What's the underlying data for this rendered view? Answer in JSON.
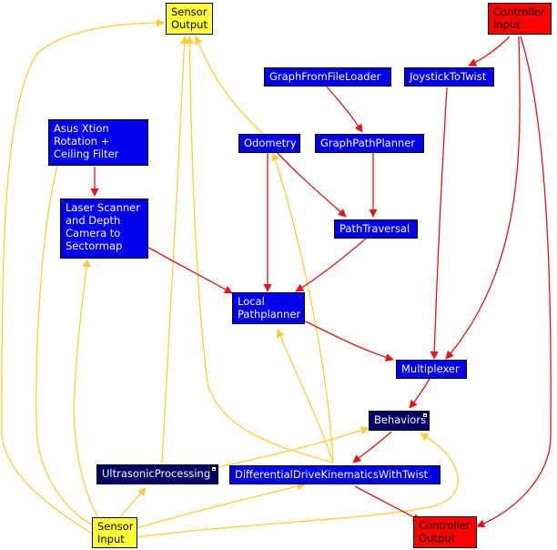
{
  "nodes": {
    "sensor_output": {
      "lines": [
        "Sensor",
        "Output"
      ],
      "color": "#ffff33"
    },
    "controller_input": {
      "lines": [
        "Controller",
        "Input"
      ],
      "color": "#ff0000"
    },
    "graph_from_file_loader": {
      "lines": [
        "GraphFromFileLoader"
      ],
      "color": "#0000ee"
    },
    "joystick_to_twist": {
      "lines": [
        "JoystickToTwist"
      ],
      "color": "#0000ee"
    },
    "asus_xtion": {
      "lines": [
        "Asus Xtion",
        "Rotation +",
        "Ceiling Filter"
      ],
      "color": "#0000ee"
    },
    "odometry": {
      "lines": [
        "Odometry"
      ],
      "color": "#0000ee"
    },
    "graph_path_planner": {
      "lines": [
        "GraphPathPlanner"
      ],
      "color": "#0000ee"
    },
    "laser_scanner": {
      "lines": [
        "Laser Scanner",
        "and Depth",
        "Camera to",
        "Sectormap"
      ],
      "color": "#0000ee"
    },
    "path_traversal": {
      "lines": [
        "PathTraversal"
      ],
      "color": "#0000ee"
    },
    "local_pathplanner": {
      "lines": [
        "Local",
        "Pathplanner"
      ],
      "color": "#0000ee"
    },
    "multiplexer": {
      "lines": [
        "Multiplexer"
      ],
      "color": "#0000ee"
    },
    "behaviors": {
      "lines": [
        "Behaviors"
      ],
      "color": "#000066"
    },
    "ultrasonic_processing": {
      "lines": [
        "UltrasonicProcessing"
      ],
      "color": "#000066"
    },
    "differential_drive": {
      "lines": [
        "DifferentialDriveKinematicsWithTwist"
      ],
      "color": "#0000ee"
    },
    "sensor_input": {
      "lines": [
        "Sensor",
        "Input"
      ],
      "color": "#ffff33"
    },
    "controller_output": {
      "lines": [
        "Controller",
        "Output"
      ],
      "color": "#ff0000"
    }
  },
  "edge_colors": {
    "sensor": "#ffcc33",
    "control": "#ee1111"
  }
}
